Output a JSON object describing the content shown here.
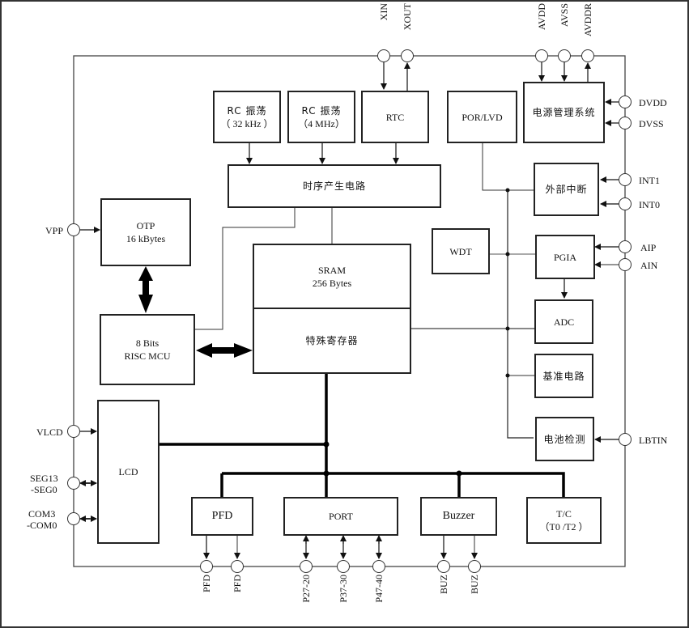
{
  "title": "芯片功能框图",
  "blocks": {
    "rc32k": {
      "line1": "RC 振荡",
      "line2": "（ 32 kHz ）"
    },
    "rc4m": {
      "line1": "RC 振荡",
      "line2": "（4 MHz）"
    },
    "rtc": {
      "label": "RTC"
    },
    "por_lvd": {
      "label": "POR/LVD"
    },
    "power_mgmt": {
      "label": "电源管理系统"
    },
    "timing_gen": {
      "label": "时序产生电路"
    },
    "ext_int": {
      "label": "外部中断"
    },
    "otp": {
      "line1": "OTP",
      "line2": "16 kBytes"
    },
    "wdt": {
      "label": "WDT"
    },
    "pgia": {
      "label": "PGIA"
    },
    "sram": {
      "line1": "SRAM",
      "line2": "256 Bytes"
    },
    "sfr": {
      "label": "特殊寄存器"
    },
    "mcu": {
      "line1": "8 Bits",
      "line2": "RISC MCU"
    },
    "adc": {
      "label": "ADC"
    },
    "vref": {
      "label": "基准电路"
    },
    "battery": {
      "label": "电池检测"
    },
    "lcd": {
      "label": "LCD"
    },
    "pfd": {
      "label": "PFD"
    },
    "port": {
      "label": "PORT"
    },
    "buzzer": {
      "label": "Buzzer"
    },
    "tc": {
      "line1": "T/C",
      "line2": "（T0 /T2 ）"
    }
  },
  "pins": {
    "top": [
      "XIN",
      "XOUT",
      "AVDD",
      "AVSS",
      "AVDDR"
    ],
    "right": [
      "DVDD",
      "DVSS",
      "INT1",
      "INT0",
      "AIP",
      "AIN",
      "LBTIN"
    ],
    "left": [
      "VPP",
      "VLCD",
      "SEG13\n-SEG0",
      "COM3\n-COM0"
    ],
    "left_seg": {
      "line1": "SEG13",
      "line2": "-SEG0"
    },
    "left_com": {
      "line1": "COM3",
      "line2": "-COM0"
    },
    "bottom": [
      "PFD",
      "PFD",
      "P27-20",
      "P37-30",
      "P47-40",
      "BUZ",
      "BUZ"
    ]
  }
}
